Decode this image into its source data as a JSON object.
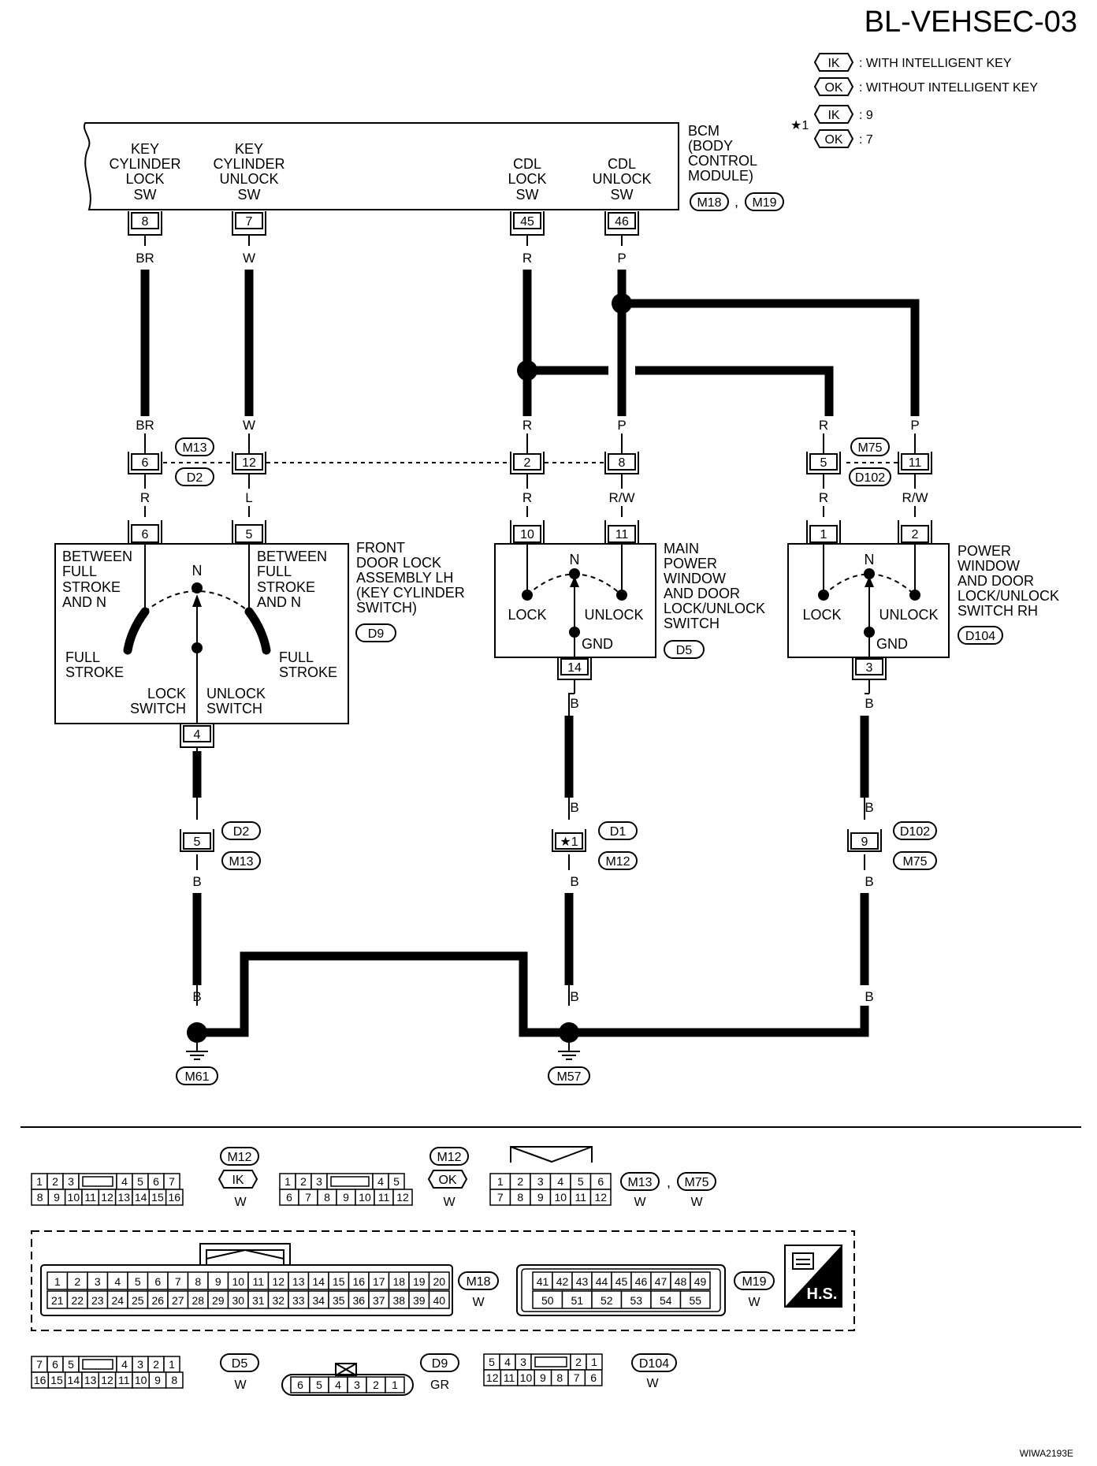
{
  "header": {
    "title": "BL-VEHSEC-03",
    "legend": [
      {
        "tag": "IK",
        "text": ": WITH INTELLIGENT KEY"
      },
      {
        "tag": "OK",
        "text": ": WITHOUT INTELLIGENT KEY"
      }
    ],
    "note_mark": "★1",
    "note_items": [
      {
        "tag": "IK",
        "value": ": 9"
      },
      {
        "tag": "OK",
        "value": ": 7"
      }
    ]
  },
  "bcm": {
    "label": [
      "BCM",
      "(BODY",
      "CONTROL",
      "MODULE)"
    ],
    "connectors": [
      "M18",
      "M19"
    ],
    "separator": ",",
    "pins": [
      {
        "label": [
          "KEY",
          "CYLINDER",
          "LOCK",
          "SW"
        ],
        "pin": "8",
        "wire": "BR"
      },
      {
        "label": [
          "KEY",
          "CYLINDER",
          "UNLOCK",
          "SW"
        ],
        "pin": "7",
        "wire": "W"
      },
      {
        "label": [
          "CDL",
          "LOCK",
          "SW"
        ],
        "pin": "45",
        "wire": "R"
      },
      {
        "label": [
          "CDL",
          "UNLOCK",
          "SW"
        ],
        "pin": "46",
        "wire": "P"
      }
    ]
  },
  "joint_connectors": {
    "left": {
      "top": "M13",
      "bottom": "D2"
    },
    "right": {
      "top": "M75",
      "bottom": "D102"
    },
    "pins": [
      {
        "pin": "6",
        "wire_in": "BR",
        "wire_out": "R"
      },
      {
        "pin": "12",
        "wire_in": "W",
        "wire_out": "L"
      },
      {
        "pin": "2",
        "wire_in": "R",
        "wire_out": "R"
      },
      {
        "pin": "8",
        "wire_in": "P",
        "wire_out": "R/W"
      },
      {
        "pin": "5",
        "wire_in": "R",
        "wire_out": "R"
      },
      {
        "pin": "11",
        "wire_in": "P",
        "wire_out": "R/W"
      }
    ]
  },
  "front_door_lock": {
    "label": [
      "FRONT",
      "DOOR LOCK",
      "ASSEMBLY LH",
      "(KEY CYLINDER",
      "SWITCH)"
    ],
    "connector": "D9",
    "pins": [
      "6",
      "5",
      "4"
    ],
    "texts": {
      "left_top": [
        "BETWEEN",
        "FULL",
        "STROKE",
        "AND N"
      ],
      "right_top": [
        "BETWEEN",
        "FULL",
        "STROKE",
        "AND N"
      ],
      "n": "N",
      "full_stroke_l": [
        "FULL",
        "STROKE"
      ],
      "full_stroke_r": [
        "FULL",
        "STROKE"
      ],
      "lock_switch": [
        "LOCK",
        "SWITCH"
      ],
      "unlock_switch": [
        "UNLOCK",
        "SWITCH"
      ]
    }
  },
  "main_switch": {
    "label": [
      "MAIN",
      "POWER",
      "WINDOW",
      "AND DOOR",
      "LOCK/UNLOCK",
      "SWITCH"
    ],
    "connector": "D5",
    "pins": [
      "10",
      "11",
      "14"
    ],
    "texts": {
      "n": "N",
      "lock": "LOCK",
      "unlock": "UNLOCK",
      "gnd": "GND"
    }
  },
  "rh_switch": {
    "label": [
      "POWER",
      "WINDOW",
      "AND DOOR",
      "LOCK/UNLOCK",
      "SWITCH RH"
    ],
    "connector": "D104",
    "pins": [
      "1",
      "2",
      "3"
    ],
    "texts": {
      "n": "N",
      "lock": "LOCK",
      "unlock": "UNLOCK",
      "gnd": "GND"
    }
  },
  "ground_side": {
    "wire": "B",
    "left_joint": {
      "pin": "5",
      "top": "D2",
      "bottom": "M13"
    },
    "mid_joint": {
      "pin": "★1",
      "top": "D1",
      "bottom": "M12"
    },
    "right_joint": {
      "pin": "9",
      "top": "D102",
      "bottom": "M75"
    },
    "grounds": [
      "M61",
      "M57"
    ]
  },
  "connector_views": {
    "m12_ik": {
      "name": "M12",
      "tag": "IK",
      "color": "W",
      "row1": [
        "1",
        "2",
        "3",
        "",
        "4",
        "5",
        "6",
        "7"
      ],
      "row2": [
        "8",
        "9",
        "10",
        "11",
        "12",
        "13",
        "14",
        "15",
        "16"
      ]
    },
    "m12_ok": {
      "name": "M12",
      "tag": "OK",
      "color": "W",
      "row1": [
        "1",
        "2",
        "3",
        "",
        "4",
        "5"
      ],
      "row2": [
        "6",
        "7",
        "8",
        "9",
        "10",
        "11",
        "12"
      ]
    },
    "m13_m75": {
      "names": [
        "M13",
        "M75"
      ],
      "separator": ",",
      "colors": [
        "W",
        "W"
      ],
      "row1": [
        "1",
        "2",
        "3",
        "4",
        "5",
        "6"
      ],
      "row2": [
        "7",
        "8",
        "9",
        "10",
        "11",
        "12"
      ]
    },
    "m18": {
      "name": "M18",
      "color": "W",
      "row1": [
        "1",
        "2",
        "3",
        "4",
        "5",
        "6",
        "7",
        "8",
        "9",
        "10",
        "11",
        "12",
        "13",
        "14",
        "15",
        "16",
        "17",
        "18",
        "19",
        "20"
      ],
      "row2": [
        "21",
        "22",
        "23",
        "24",
        "25",
        "26",
        "27",
        "28",
        "29",
        "30",
        "31",
        "32",
        "33",
        "34",
        "35",
        "36",
        "37",
        "38",
        "39",
        "40"
      ]
    },
    "m19": {
      "name": "M19",
      "color": "W",
      "row1": [
        "41",
        "42",
        "43",
        "44",
        "45",
        "46",
        "47",
        "48",
        "49"
      ],
      "row2": [
        "50",
        "51",
        "52",
        "53",
        "54",
        "55"
      ]
    },
    "hs_badge": "H.S.",
    "d5": {
      "name": "D5",
      "color": "W",
      "row1": [
        "7",
        "6",
        "5",
        "",
        "4",
        "3",
        "2",
        "1"
      ],
      "row2": [
        "16",
        "15",
        "14",
        "13",
        "12",
        "11",
        "10",
        "9",
        "8"
      ]
    },
    "d9": {
      "name": "D9",
      "color": "GR",
      "row1": [
        "6",
        "5",
        "4",
        "3",
        "2",
        "1"
      ]
    },
    "d104": {
      "name": "D104",
      "color": "W",
      "row1": [
        "5",
        "4",
        "3",
        "",
        "2",
        "1"
      ],
      "row2": [
        "12",
        "11",
        "10",
        "9",
        "8",
        "7",
        "6"
      ]
    }
  },
  "footer": {
    "code": "WIWA2193E"
  }
}
